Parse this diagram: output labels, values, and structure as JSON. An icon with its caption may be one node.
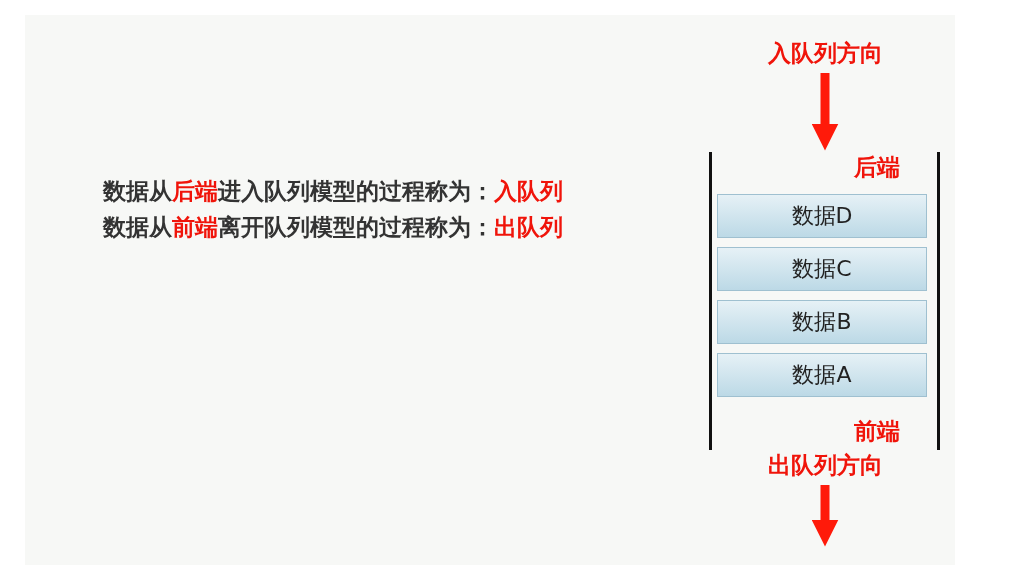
{
  "diagram": {
    "nodes": [
      {
        "text": [
          "入队列方向"
        ]
      },
      {
        "text": [
          "后端",
          "前端"
        ]
      },
      {
        "text": [
          "数据D"
        ],
        "in": 1
      },
      {
        "text": [
          "数据C"
        ],
        "in": 1
      },
      {
        "text": [
          "数据B"
        ],
        "in": 1
      },
      {
        "text": [
          "数据A"
        ],
        "in": 1
      },
      {
        "text": [
          "出队列方向"
        ]
      }
    ],
    "edges": [
      {
        "from": 0,
        "to": 1,
        "arrow": "to"
      },
      {
        "from": 6,
        "to": null,
        "arrow": "to"
      }
    ],
    "labels": [
      "数据从**后端**进入队列模型的过程称为：**入队列**",
      "数据从**前端**离开队列模型的过程称为：**出队列**"
    ]
  }
}
